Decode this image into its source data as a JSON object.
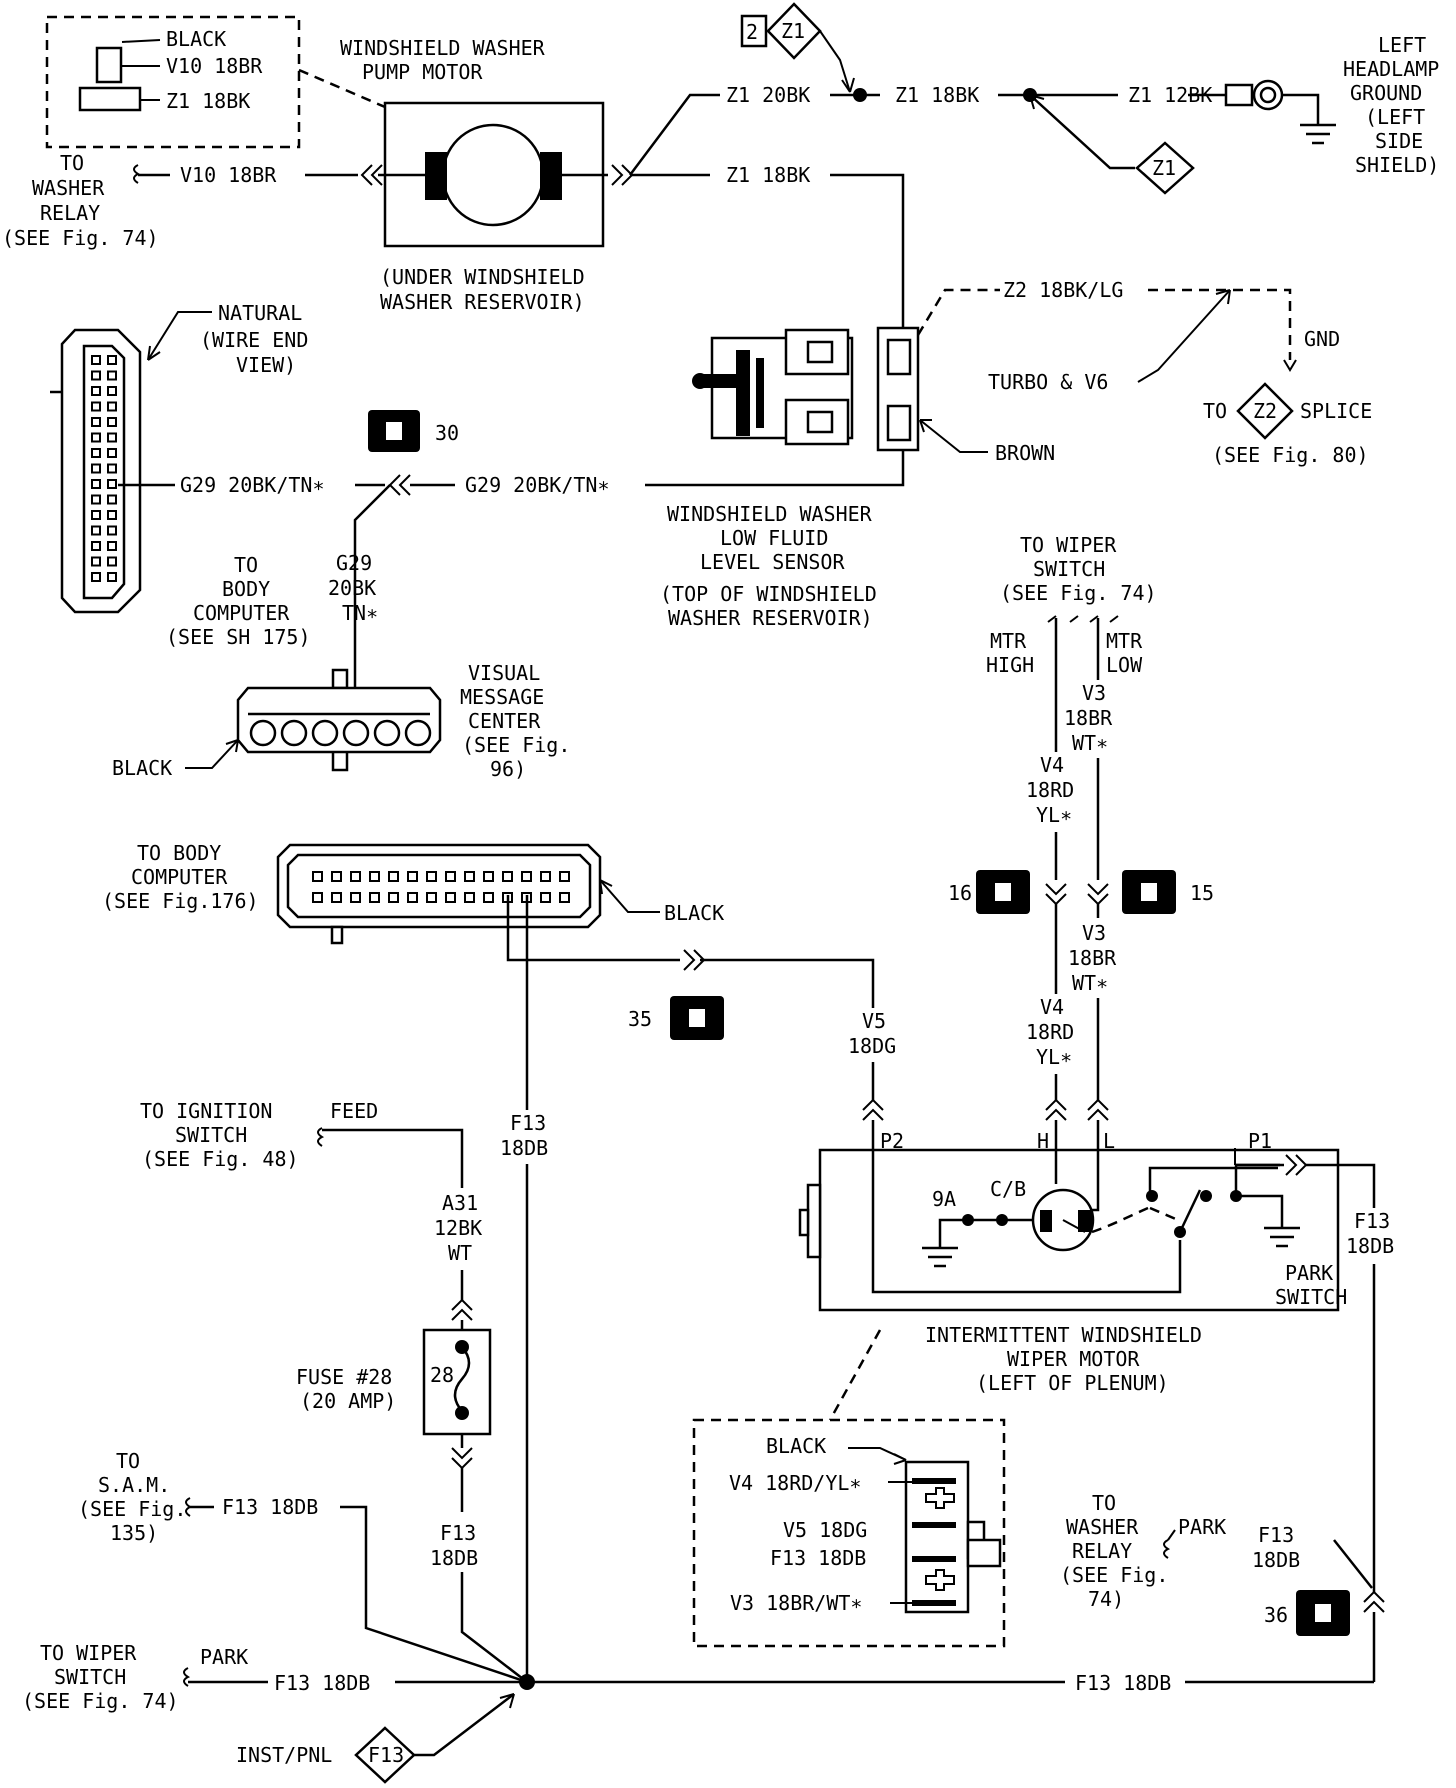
{
  "top_left_connector": {
    "color": "BLACK",
    "pin1": "V10 18BR",
    "pin2": "Z1 18BK"
  },
  "pump_motor": {
    "title1": "WINDSHIELD WASHER",
    "title2": "PUMP MOTOR",
    "loc1": "(UNDER WINDSHIELD",
    "loc2": "WASHER RESERVOIR)"
  },
  "washer_relay": {
    "l1": "TO",
    "l2": "WASHER",
    "l3": "RELAY",
    "l4": "(SEE Fig. 74)",
    "wire": "V10 18BR"
  },
  "top_wires": {
    "z1_20bk": "Z1 20BK",
    "z1_18bk_a": "Z1 18BK",
    "z1_12bk": "Z1 12BK",
    "z1_18bk_b": "Z1 18BK",
    "z1_diamond": "Z1",
    "z1_box_num": "2",
    "z1_box_code": "Z1"
  },
  "headlamp_ground": {
    "l1": "LEFT",
    "l2": "HEADLAMP",
    "l3": "GROUND",
    "l4": "(LEFT",
    "l5": "SIDE",
    "l6": "SHIELD)"
  },
  "natural_connector": {
    "l1": "NATURAL",
    "l2": "(WIRE END",
    "l3": "VIEW)"
  },
  "g29": {
    "wire_a": "G29 20BK/TN∗",
    "wire_b": "G29 20BK/TN∗",
    "conn_num": "30",
    "v1": "G29",
    "v2": "20BK",
    "v3": "TN∗"
  },
  "body_computer_1": {
    "l1": "TO",
    "l2": "BODY",
    "l3": "COMPUTER",
    "l4": "(SEE SH 175)"
  },
  "visual_message": {
    "l1": "VISUAL",
    "l2": "MESSAGE",
    "l3": "CENTER",
    "l4": "(SEE Fig.",
    "l5": "96)",
    "color": "BLACK"
  },
  "z2": {
    "wire": "Z2 18BK/LG",
    "gnd": "GND",
    "turbo": "TURBO & V6",
    "to": "TO",
    "diamond": "Z2",
    "splice": "SPLICE",
    "see": "(SEE Fig. 80)"
  },
  "brown": "BROWN",
  "sensor": {
    "l1": "WINDSHIELD WASHER",
    "l2": "LOW FLUID",
    "l3": "LEVEL SENSOR",
    "l4": "(TOP OF WINDSHIELD",
    "l5": "WASHER RESERVOIR)"
  },
  "wiper_switch_top": {
    "l1": "TO WIPER",
    "l2": "SWITCH",
    "l3": "(SEE Fig. 74)",
    "mtr_high_1": "MTR",
    "mtr_high_2": "HIGH",
    "mtr_low_1": "MTR",
    "mtr_low_2": "LOW"
  },
  "v3": {
    "a1": "V3",
    "a2": "18BR",
    "a3": "WT∗",
    "b1": "V3",
    "b2": "18BR",
    "b3": "WT∗"
  },
  "v4": {
    "a1": "V4",
    "a2": "18RD",
    "a3": "YL∗",
    "b1": "V4",
    "b2": "18RD",
    "b3": "YL∗"
  },
  "conn16": "16",
  "conn15": "15",
  "body_computer_2": {
    "l1": "TO BODY",
    "l2": "COMPUTER",
    "l3": "(SEE Fig.176)",
    "color": "BLACK"
  },
  "conn35": "35",
  "v5": {
    "l1": "V5",
    "l2": "18DG"
  },
  "ignition": {
    "l1": "TO IGNITION",
    "l2": "SWITCH",
    "l3": "(SEE Fig. 48)",
    "feed": "FEED"
  },
  "a31": {
    "l1": "A31",
    "l2": "12BK",
    "l3": "WT"
  },
  "f13_vert": {
    "l1": "F13",
    "l2": "18DB"
  },
  "fuse": {
    "num": "28",
    "l1": "FUSE #28",
    "l2": "(20 AMP)"
  },
  "f13_under_fuse": {
    "l1": "F13",
    "l2": "18DB"
  },
  "motor": {
    "p2": "P2",
    "h": "H",
    "l": "L",
    "p1": "P1",
    "pin9a": "9A",
    "cb": "C/B",
    "park1": "PARK",
    "park2": "SWITCH",
    "t1": "INTERMITTENT WINDSHIELD",
    "t2": "WIPER MOTOR",
    "t3": "(LEFT OF PLENUM)"
  },
  "f13_right": {
    "l1": "F13",
    "l2": "18DB"
  },
  "motor_connector": {
    "color": "BLACK",
    "p1": "V4 18RD/YL∗",
    "p2": "V5 18DG",
    "p3": "F13 18DB",
    "p4": "V3 18BR/WT∗"
  },
  "washer_relay_2": {
    "l1": "TO",
    "l2": "WASHER",
    "l3": "RELAY",
    "l4": "(SEE Fig.",
    "l5": "74)",
    "park": "PARK",
    "w1": "F13",
    "w2": "18DB"
  },
  "conn36": "36",
  "sam": {
    "l1": "TO",
    "l2": "S.A.M.",
    "l3": "(SEE Fig.",
    "l4": "135)",
    "wire": "F13 18DB"
  },
  "wiper_switch_bottom": {
    "l1": "TO WIPER",
    "l2": "SWITCH",
    "l3": "(SEE Fig. 74)",
    "park": "PARK",
    "wire": "F13 18DB"
  },
  "bottom_wire": "F13 18DB",
  "inst_pnl": {
    "label": "INST/PNL",
    "diamond": "F13"
  }
}
